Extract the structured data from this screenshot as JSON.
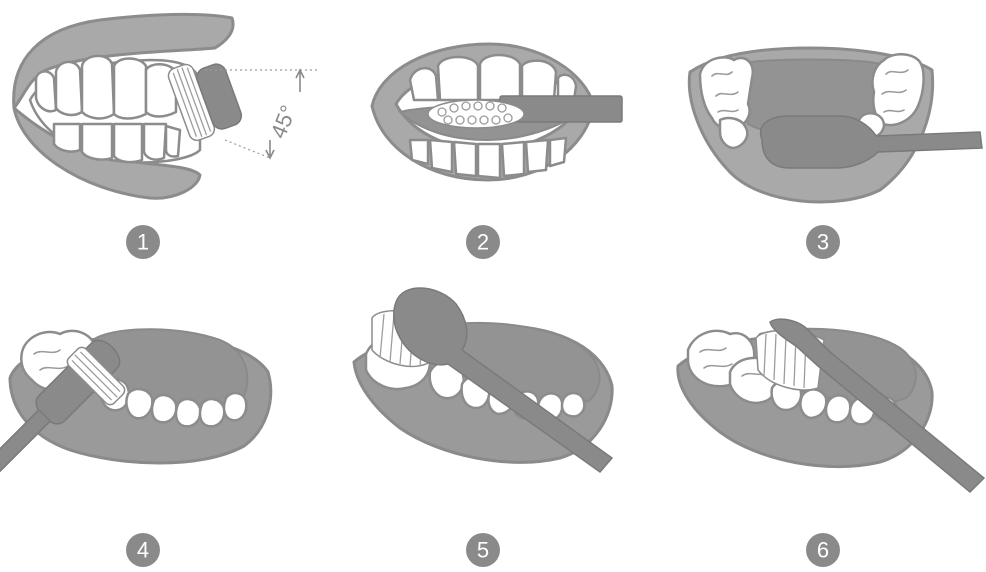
{
  "steps": [
    {
      "number": "1",
      "angle_label": "45°"
    },
    {
      "number": "2"
    },
    {
      "number": "3"
    },
    {
      "number": "4"
    },
    {
      "number": "5"
    },
    {
      "number": "6"
    }
  ],
  "colors": {
    "gum": "#a9a9a9",
    "tongue": "#939393",
    "brush": "#8a8a8a",
    "tooth": "#ffffff",
    "outline": "#8c8c8c",
    "step_badge": "#8a8a8a"
  },
  "icons": [
    "mouth-illustration",
    "toothbrush",
    "step-number-badge"
  ]
}
